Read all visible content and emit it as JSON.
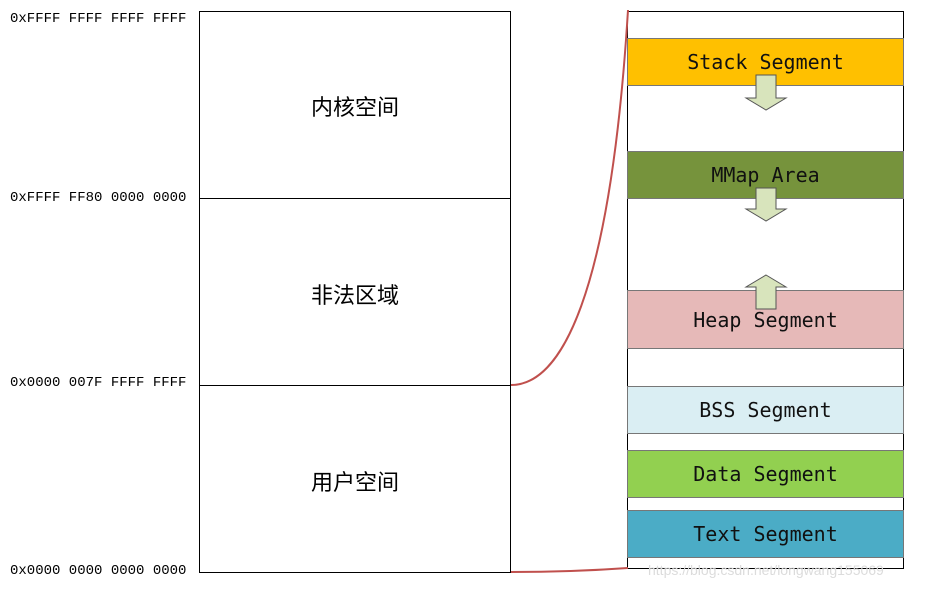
{
  "addresses": [
    "0xFFFF FFFF FFFF FFFF",
    "0xFFFF FF80 0000 0000",
    "0x0000 007F FFFF FFFF",
    "0x0000 0000 0000 0000"
  ],
  "regions": {
    "kernel": "内核空间",
    "illegal": "非法区域",
    "user": "用户空间"
  },
  "segments": {
    "stack": {
      "label": "Stack Segment",
      "color": "#FFC000"
    },
    "mmap": {
      "label": "MMap Area",
      "color": "#76933C"
    },
    "heap": {
      "label": "Heap Segment",
      "color": "#E6B9B8"
    },
    "bss": {
      "label": "BSS Segment",
      "color": "#DAEEF3"
    },
    "data": {
      "label": "Data Segment",
      "color": "#92D050"
    },
    "text": {
      "label": "Text Segment",
      "color": "#4BACC6"
    }
  },
  "arrow_fill": "#D8E4BC",
  "curve_color": "#C0504D",
  "watermark": "https://blog.csdn.net/longwang155069"
}
